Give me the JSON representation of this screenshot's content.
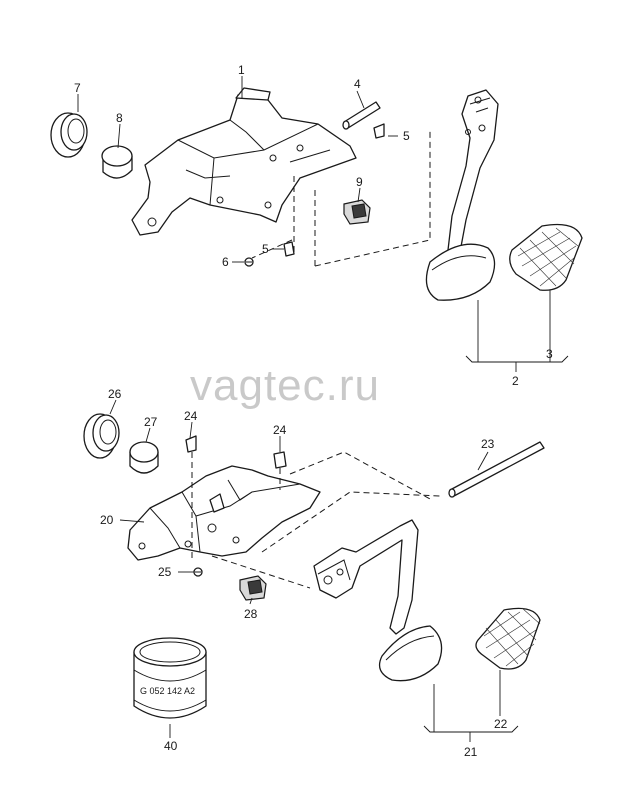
{
  "watermark": "vagtec.ru",
  "callouts": {
    "c1": "1",
    "c2": "2",
    "c3": "3",
    "c4": "4",
    "c5a": "5",
    "c5b": "5",
    "c6": "6",
    "c7": "7",
    "c8": "8",
    "c9": "9",
    "c20": "20",
    "c21": "21",
    "c22": "22",
    "c23": "23",
    "c24a": "24",
    "c24b": "24",
    "c25": "25",
    "c26": "26",
    "c27": "27",
    "c28": "28",
    "c40": "40"
  },
  "part_stamp": "G 052 142 A2"
}
